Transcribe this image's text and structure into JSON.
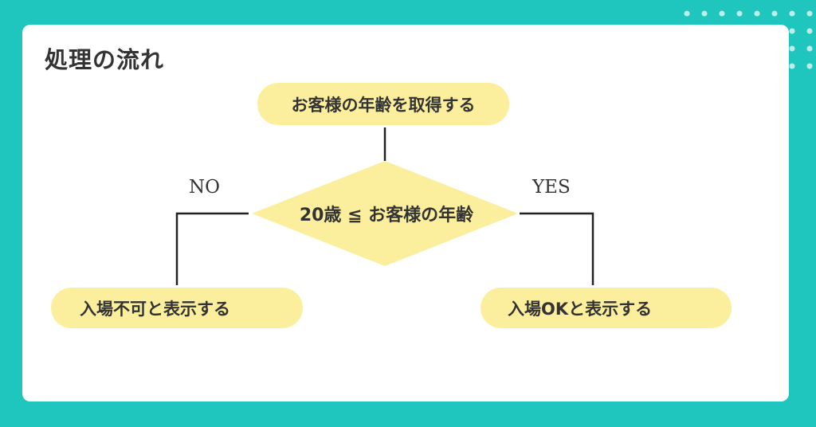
{
  "title": "処理の流れ",
  "flow": {
    "start": "お客様の年齢を取得する",
    "decision": "20歳 ≦ お客様の年齢",
    "no_label": "NO",
    "yes_label": "YES",
    "no_result": "入場不可と表示する",
    "yes_result": "入場OKと表示する"
  },
  "colors": {
    "background": "#1ec6bd",
    "card": "#ffffff",
    "node_fill": "#fbef9e",
    "text": "#333333",
    "dots": "#bfeeea"
  }
}
